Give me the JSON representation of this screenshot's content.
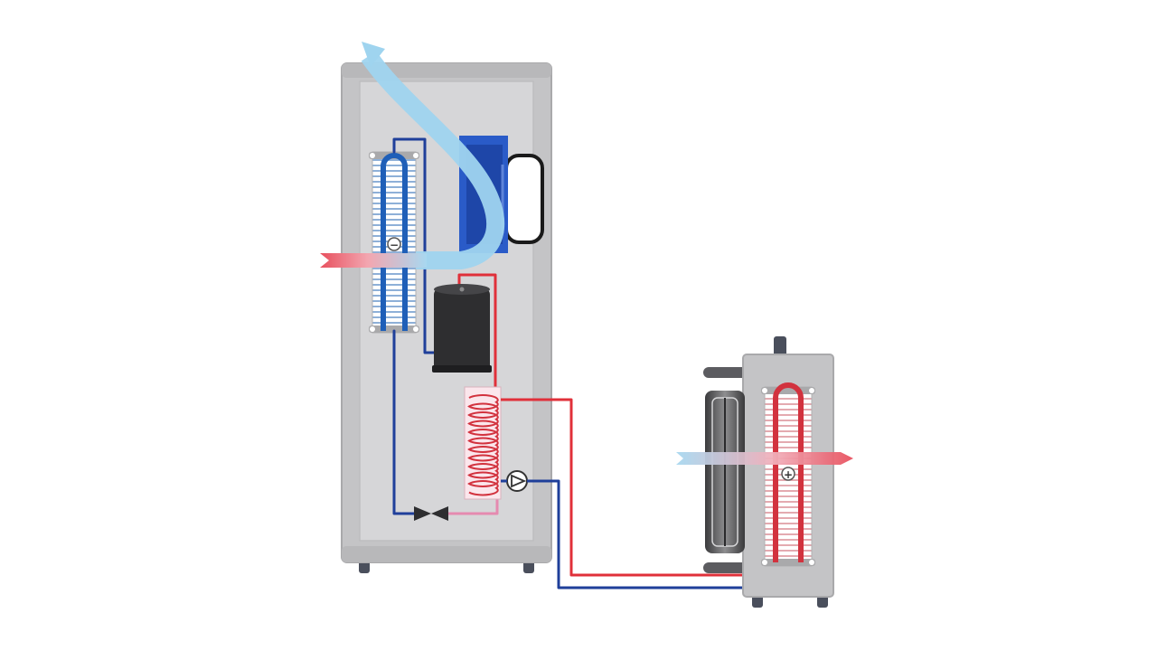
{
  "diagram": {
    "kind": "heat-pump-refrigerant-cycle",
    "symbols": {
      "evaporator_sign": "−",
      "condenser_sign": "+"
    },
    "colors": {
      "background": "#ffffff",
      "cabinet_body": "#c9c9cb",
      "cabinet_panel": "#d4d4d6",
      "cabinet_edge": "#b3b3b5",
      "hot_line": "#e0303a",
      "cold_line": "#1f3f9a",
      "warm_line": "#e58ab0",
      "airflow_cold": "#9fd4ef",
      "airflow_hot": "#e8505e",
      "fan_blue": "#2a5bc8",
      "compressor": "#2e2e30",
      "feet": "#4a4f5c"
    },
    "components": [
      {
        "name": "indoor-cabinet"
      },
      {
        "name": "evaporator-coil"
      },
      {
        "name": "blower-fan"
      },
      {
        "name": "compressor"
      },
      {
        "name": "water-heat-exchanger"
      },
      {
        "name": "circulation-pump"
      },
      {
        "name": "expansion-valve"
      },
      {
        "name": "outdoor-unit"
      },
      {
        "name": "outdoor-fan"
      },
      {
        "name": "outdoor-coil"
      }
    ]
  }
}
